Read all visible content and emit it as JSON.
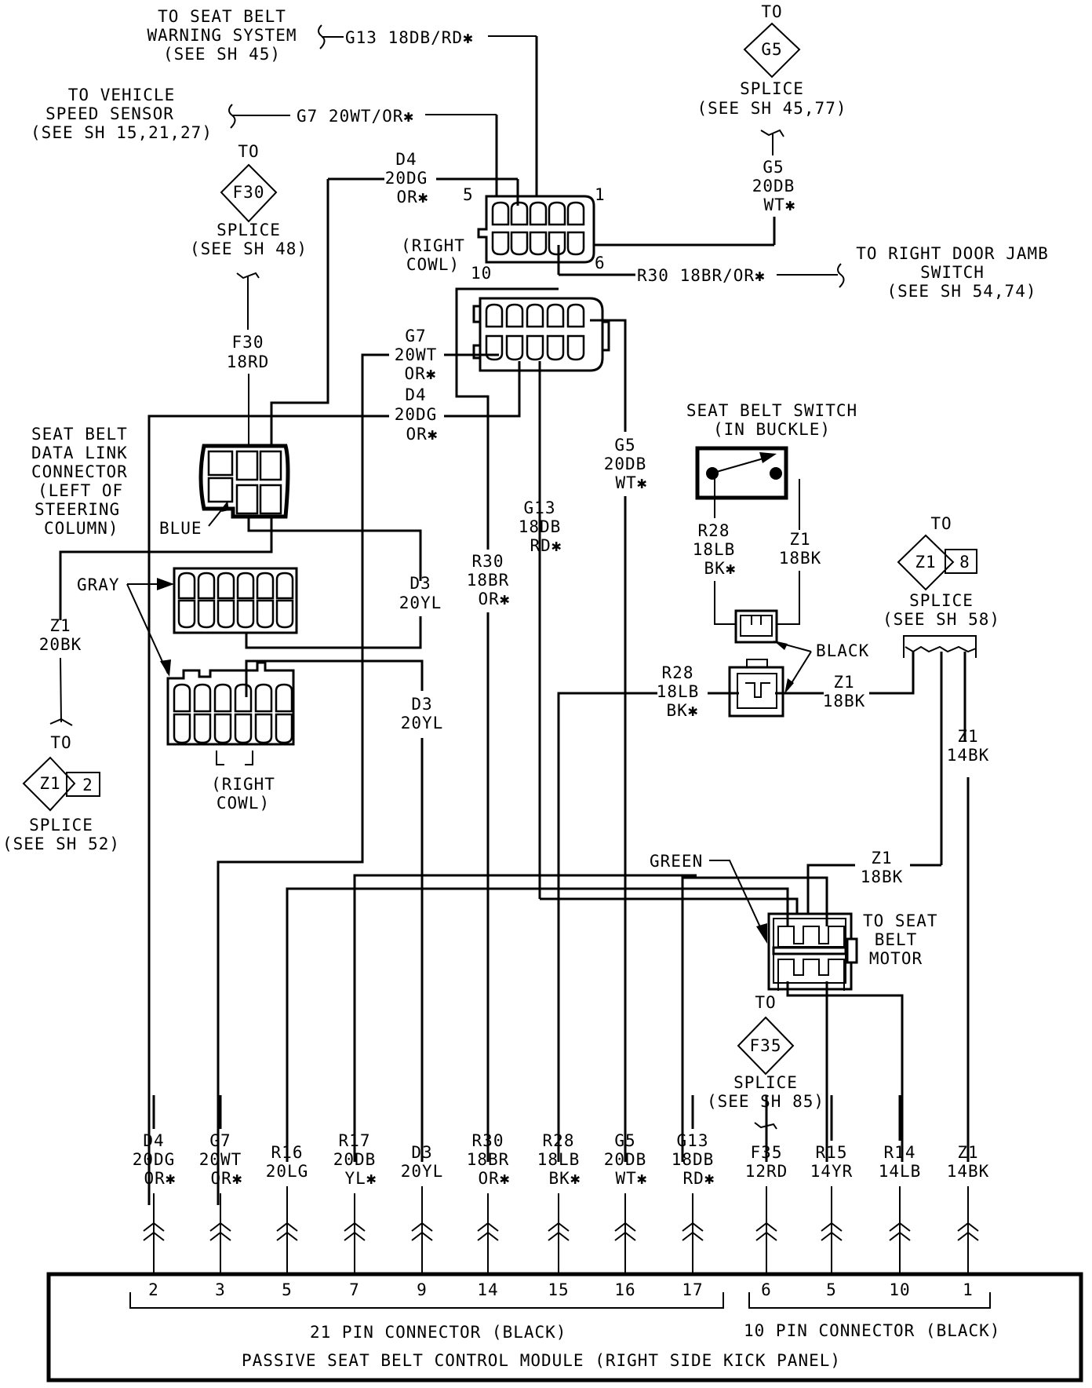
{
  "title": "Passive Seat Belt Control Module Wiring",
  "refs": {
    "seat_belt_warning": [
      "TO SEAT BELT",
      "WARNING SYSTEM",
      "(SEE SH 45)"
    ],
    "vehicle_speed_sensor": [
      "TO VEHICLE",
      "SPEED SENSOR",
      "(SEE SH 15,21,27)"
    ],
    "right_door_jamb": [
      "TO RIGHT DOOR JAMB",
      "SWITCH",
      "(SEE SH 54,74)"
    ],
    "seat_belt_motor": [
      "TO SEAT",
      "BELT",
      "MOTOR"
    ]
  },
  "wires_top": {
    "g13": "G13 18DB/RD✱",
    "g7": "G7 20WT/OR✱",
    "r30": "R30 18BR/OR✱"
  },
  "splices": {
    "g5": {
      "to": "TO",
      "id": "G5",
      "label": "SPLICE",
      "see": "(SEE SH 45,77)"
    },
    "f30": {
      "to": "TO",
      "id": "F30",
      "label": "SPLICE",
      "see": "(SEE SH 48)"
    },
    "z1_8": {
      "to": "TO",
      "id": "Z1",
      "num": "8",
      "label": "SPLICE",
      "see": "(SEE SH 58)"
    },
    "z1_2": {
      "to": "TO",
      "id": "Z1",
      "num": "2",
      "label": "SPLICE",
      "see": "(SEE SH 52)"
    },
    "f35": {
      "to": "TO",
      "id": "F35",
      "label": "SPLICE",
      "see": "(SEE SH 85)"
    }
  },
  "labels": {
    "d4_top": [
      "D4",
      "20DG",
      "OR✱"
    ],
    "g5_top": [
      "G5",
      "20DB",
      "WT✱"
    ],
    "right_cowl_1": [
      "(RIGHT",
      "COWL)"
    ],
    "right_cowl_2": [
      "(RIGHT",
      "COWL)"
    ],
    "pin5": "5",
    "pin1": "1",
    "pin10": "10",
    "pin6": "6",
    "f30_wire": [
      "F30",
      "18RD"
    ],
    "g7_mid": [
      "G7",
      "20WT",
      "OR✱"
    ],
    "d4_mid": [
      "D4",
      "20DG",
      "OR✱"
    ],
    "data_link": [
      "SEAT BELT",
      "DATA LINK",
      "CONNECTOR",
      "(LEFT OF",
      "STEERING",
      "COLUMN)"
    ],
    "blue": "BLUE",
    "gray": "GRAY",
    "z1_20bk": [
      "Z1",
      "20BK"
    ],
    "d3_a": [
      "D3",
      "20YL"
    ],
    "d3_b": [
      "D3",
      "20YL"
    ],
    "r30_mid": [
      "R30",
      "18BR",
      "OR✱"
    ],
    "g13_mid": [
      "G13",
      "18DB",
      "RD✱"
    ],
    "g5_mid": [
      "G5",
      "20DB",
      "WT✱"
    ],
    "seat_belt_switch": [
      "SEAT BELT SWITCH",
      "(IN BUCKLE)"
    ],
    "r28_a": [
      "R28",
      "18LB",
      "BK✱"
    ],
    "z1_a": [
      "Z1",
      "18BK"
    ],
    "black": "BLACK",
    "r28_b": [
      "R28",
      "18LB",
      "BK✱"
    ],
    "z1_b": [
      "Z1",
      "18BK"
    ],
    "z1_14bk": [
      "Z1",
      "14BK"
    ],
    "green": "GREEN",
    "z1_c": [
      "Z1",
      "18BK"
    ]
  },
  "module": {
    "name": "PASSIVE SEAT BELT CONTROL MODULE (RIGHT SIDE KICK PANEL)",
    "connector_21": "21 PIN CONNECTOR (BLACK)",
    "connector_10": "10 PIN CONNECTOR (BLACK)",
    "pins": [
      {
        "circuit": "D4",
        "gauge": "20DG",
        "tracer": "OR✱",
        "pin": "2"
      },
      {
        "circuit": "G7",
        "gauge": "20WT",
        "tracer": "OR✱",
        "pin": "3"
      },
      {
        "circuit": "R16",
        "gauge": "20LG",
        "tracer": "",
        "pin": "5"
      },
      {
        "circuit": "R17",
        "gauge": "20DB",
        "tracer": "YL✱",
        "pin": "7"
      },
      {
        "circuit": "D3",
        "gauge": "20YL",
        "tracer": "",
        "pin": "9"
      },
      {
        "circuit": "R30",
        "gauge": "18BR",
        "tracer": "OR✱",
        "pin": "14"
      },
      {
        "circuit": "R28",
        "gauge": "18LB",
        "tracer": "BK✱",
        "pin": "15"
      },
      {
        "circuit": "G5",
        "gauge": "20DB",
        "tracer": "WT✱",
        "pin": "16"
      },
      {
        "circuit": "G13",
        "gauge": "18DB",
        "tracer": "RD✱",
        "pin": "17"
      },
      {
        "circuit": "F35",
        "gauge": "12RD",
        "tracer": "",
        "pin": "6"
      },
      {
        "circuit": "R15",
        "gauge": "14YR",
        "tracer": "",
        "pin": "5"
      },
      {
        "circuit": "R14",
        "gauge": "14LB",
        "tracer": "",
        "pin": "10"
      },
      {
        "circuit": "Z1",
        "gauge": "14BK",
        "tracer": "",
        "pin": "1"
      }
    ]
  }
}
